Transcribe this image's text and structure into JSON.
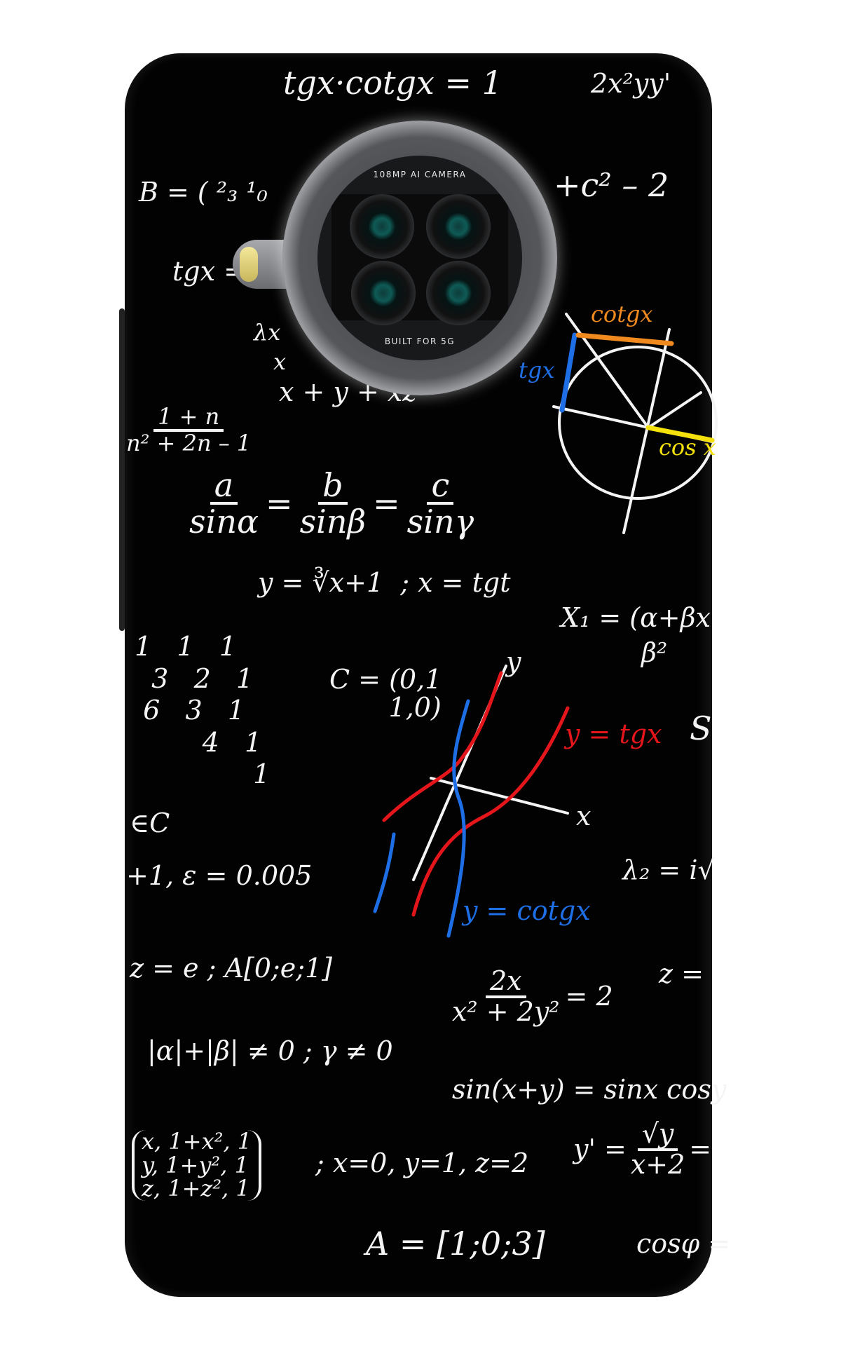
{
  "product": {
    "camera_top_text": "108MP AI CAMERA",
    "camera_bottom_text": "BUILT FOR 5G"
  },
  "print": {
    "colors": {
      "background": "#020202",
      "chalk": "#f4f4f4",
      "red": "#e4161c",
      "blue": "#1e6fe6",
      "orange": "#f08a1e",
      "yellow": "#f5e10c"
    },
    "formulas": {
      "tg_cotg": "tgx·cotgx = 1",
      "top_right": "2x²yy'",
      "b_matrix": "B = ( ²₃ ¹₀",
      "c_sq": "+c² – 2",
      "tgx_eq": "tgx =",
      "lambda_x": "λx",
      "x_line": "x",
      "xyz": "x + y + xz",
      "n_num": "1 + n",
      "n_den": "n² + 2n – 1",
      "sine_a_num": "a",
      "sine_a_den": "sinα",
      "sine_b_num": "b",
      "sine_b_den": "sinβ",
      "sine_c_num": "c",
      "sine_c_den": "sinγ",
      "eq": "=",
      "cube_root": "y = ∛x+1  ; x = tgt",
      "x1": "X₁ = (α+βx",
      "x1_den": "β²",
      "c_matrix": "C = (0,1\n       1,0)",
      "triangle": "1   1   1\n  3   2   1\n 6   3   1\n        4   1\n              1",
      "in_c": "∈C",
      "epsilon": "+1, ε = 0.005",
      "z_e": "z = e ; A[0;e;1]",
      "frac2_num": "2x",
      "frac2_den": "x² + 2y²",
      "frac2_eq": "= 2",
      "z_eq": "z =",
      "lambda2": "λ₂ = i√",
      "abs": "|α|+|β| ≠ 0 ; γ ≠ 0",
      "sin_sum": "sin(x+y) = sinx cosy",
      "big_matrix": "x, 1+x², 1\ny, 1+y², 1\nz, 1+z², 1",
      "xyz_vals": "; x=0, y=1, z=2",
      "yprime": "y' =",
      "yprime_num": "√y",
      "yprime_den": "x+2",
      "yprime_eq": "=",
      "a_vec": "A = [1;0;3]",
      "cosphi": "cosφ =",
      "s_letter": "S"
    },
    "labels": {
      "cotgx": "cotgx",
      "tgx": "tgx",
      "cosx": "cos x",
      "ytgx": "y = tgx",
      "ycotgx": "y = cotgx",
      "axis_y": "y",
      "axis_x": "x"
    }
  }
}
